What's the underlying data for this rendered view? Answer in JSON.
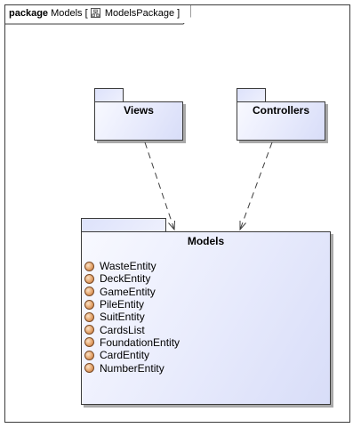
{
  "frame": {
    "keyword": "package",
    "name": "Models",
    "open_bracket": "[",
    "diagram_name": "ModelsPackage",
    "close_bracket": "]",
    "diagram_icon": "package-diagram-icon"
  },
  "packages": {
    "views": {
      "name": "Views"
    },
    "controllers": {
      "name": "Controllers"
    },
    "models": {
      "name": "Models",
      "member_icon": "interface-icon",
      "members": [
        "WasteEntity",
        "DeckEntity",
        "GameEntity",
        "PileEntity",
        "SuitEntity",
        "CardsList",
        "FoundationEntity",
        "CardEntity",
        "NumberEntity"
      ]
    }
  },
  "dependencies": [
    {
      "from": "Views",
      "to": "Models",
      "style": "dashed-open-arrow"
    },
    {
      "from": "Controllers",
      "to": "Models",
      "style": "dashed-open-arrow"
    }
  ],
  "colors": {
    "package_fill": "#e4e8fc",
    "border": "#3c3c3c",
    "shadow": "#a9a9a9",
    "interface_icon": "#e4a46c"
  }
}
